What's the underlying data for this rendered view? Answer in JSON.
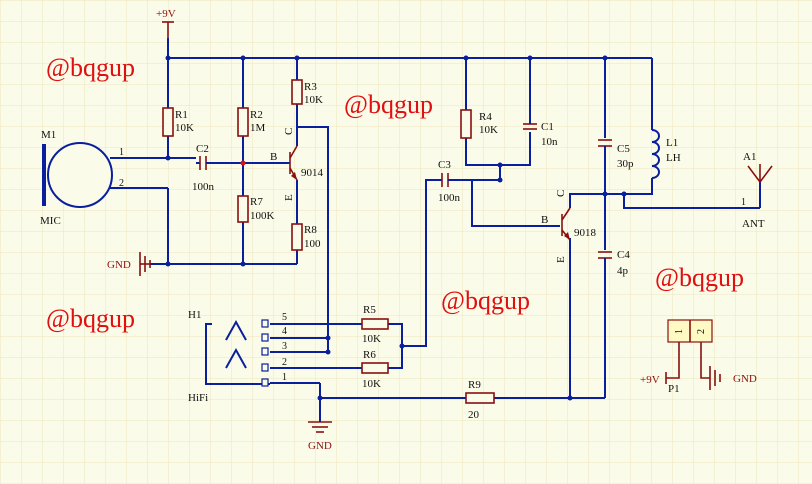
{
  "watermark": "@bqgup",
  "power": {
    "vcc": "+9V",
    "gnd": "GND",
    "gnd_left": "GND",
    "p1_vcc": "+9V",
    "p1_gnd": "GND"
  },
  "mic": {
    "ref": "M1",
    "name": "MIC",
    "pin1": "1",
    "pin2": "2"
  },
  "resistors": {
    "r1": {
      "ref": "R1",
      "value": "10K"
    },
    "r2": {
      "ref": "R2",
      "value": "1M"
    },
    "r3": {
      "ref": "R3",
      "value": "10K"
    },
    "r4": {
      "ref": "R4",
      "value": "10K"
    },
    "r5": {
      "ref": "R5",
      "value": "10K"
    },
    "r6": {
      "ref": "R6",
      "value": "10K"
    },
    "r7": {
      "ref": "R7",
      "value": "100K"
    },
    "r8": {
      "ref": "R8",
      "value": "100"
    },
    "r9": {
      "ref": "R9",
      "value": "20"
    }
  },
  "capacitors": {
    "c1": {
      "ref": "C1",
      "value": "10n"
    },
    "c2": {
      "ref": "C2",
      "value": "100n"
    },
    "c3": {
      "ref": "C3",
      "value": "100n"
    },
    "c4": {
      "ref": "C4",
      "value": "4p"
    },
    "c5": {
      "ref": "C5",
      "value": "30p"
    }
  },
  "inductor": {
    "ref": "L1",
    "value": "LH"
  },
  "transistors": {
    "q1": {
      "part": "9014",
      "b": "B",
      "c": "C",
      "e": "E"
    },
    "q2": {
      "part": "9018",
      "b": "B",
      "c": "C",
      "e": "E"
    }
  },
  "antenna": {
    "ref": "A1",
    "name": "ANT",
    "pin": "1"
  },
  "jack": {
    "ref": "H1",
    "name": "HiFi",
    "pins": [
      "5",
      "4",
      "3",
      "2",
      "1"
    ]
  },
  "p1": {
    "ref": "P1",
    "pins": [
      "1",
      "2"
    ]
  }
}
